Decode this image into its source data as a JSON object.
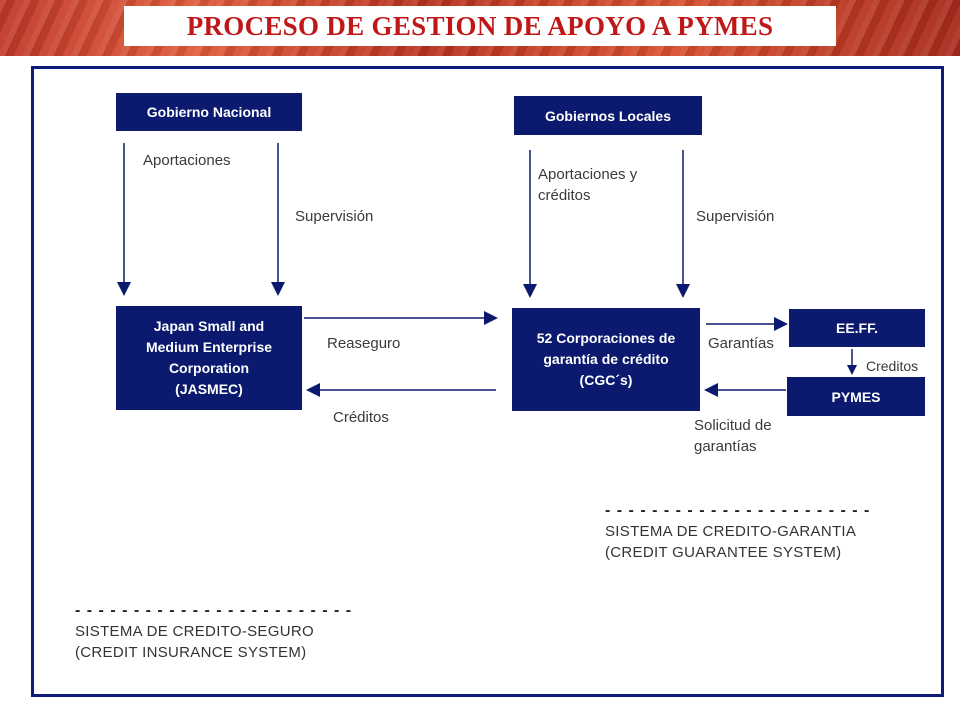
{
  "title": "PROCESO DE GESTION DE APOYO A PYMES",
  "nodes": {
    "gobierno_nacional": "Gobierno Nacional",
    "gobiernos_locales": "Gobiernos Locales",
    "jasmec": [
      "Japan Small and",
      "Medium Enterprise",
      "Corporation",
      "(JASMEC)"
    ],
    "cgc": [
      "52 Corporaciones de",
      "garantía de crédito",
      "(CGC´s)"
    ],
    "eeff": "EE.FF.",
    "pymes": "PYMES"
  },
  "edges": {
    "aportaciones": "Aportaciones",
    "supervision_nacional": "Supervisión",
    "aportaciones_creditos": [
      "Aportaciones y",
      "créditos"
    ],
    "supervision_local": "Supervisión",
    "reaseguro": "Reaseguro",
    "creditos_jasmec": "Créditos",
    "garantias": "Garantías",
    "creditos_pymes": "Creditos",
    "solicitud": [
      "Solicitud de",
      "garantías"
    ]
  },
  "legend": {
    "garantia_dashes": "- - - - - - - - - - - - - - - - - - - - - - -",
    "garantia_es": "SISTEMA DE CREDITO-GARANTIA",
    "garantia_en": "(CREDIT GUARANTEE SYSTEM)",
    "seguro_dashes": "- - - - - - - - - - - - - - - - - - - - - - - -",
    "seguro_es": "SISTEMA DE CREDITO-SEGURO",
    "seguro_en": "(CREDIT INSURANCE SYSTEM)"
  }
}
